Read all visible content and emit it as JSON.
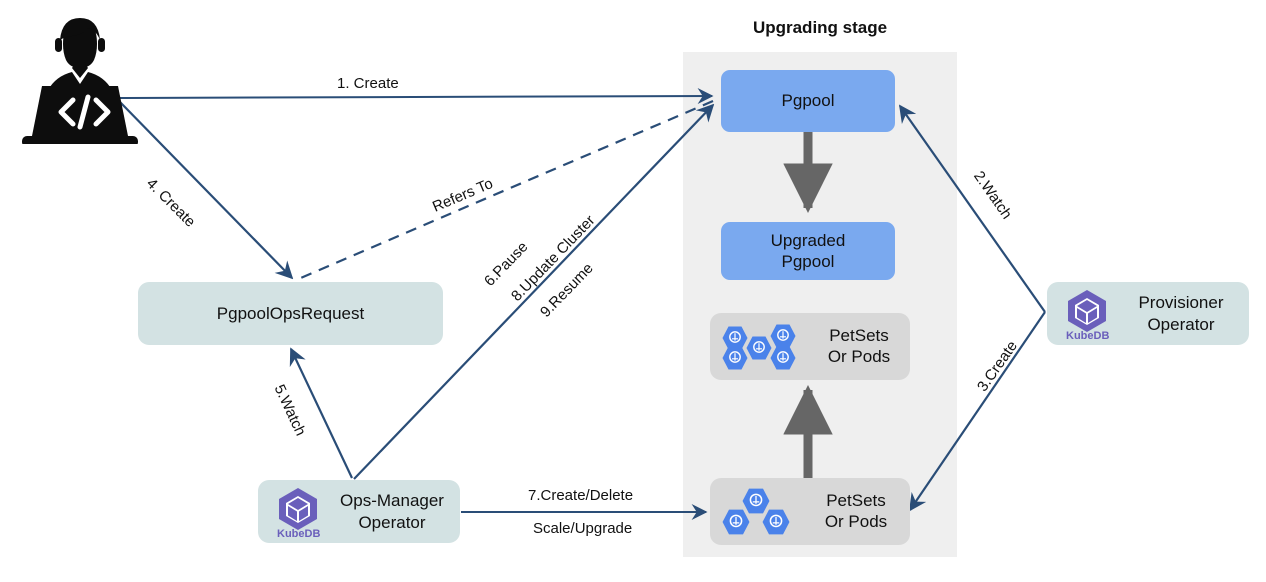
{
  "diagram": {
    "title_visible": false,
    "stage": {
      "label": "Upgrading stage",
      "bg": "#efefef"
    },
    "actors": {
      "developer_icon": "developer-laptop-icon"
    },
    "nodes": [
      {
        "id": "pgpool",
        "label": "Pgpool",
        "style": "blue"
      },
      {
        "id": "upgraded_pgpool",
        "label": "Upgraded\nPgpool",
        "style": "blue",
        "line1": "Upgraded",
        "line2": "Pgpool"
      },
      {
        "id": "petsets_top",
        "line1": "PetSets",
        "line2": "Or Pods",
        "style": "gray",
        "hex_count": 5
      },
      {
        "id": "petsets_bottom",
        "line1": "PetSets",
        "line2": "Or Pods",
        "style": "gray",
        "hex_count": 3
      },
      {
        "id": "pgpool_ops_request",
        "label": "PgpoolOpsRequest",
        "style": "teal"
      },
      {
        "id": "provisioner_operator",
        "line1": "Provisioner",
        "line2": "Operator",
        "style": "teal",
        "logo": "kubedb-logo"
      },
      {
        "id": "ops_manager_operator",
        "line1": "Ops-Manager",
        "line2": "Operator",
        "style": "teal",
        "logo": "kubedb-logo"
      }
    ],
    "edges": [
      {
        "id": "e1",
        "label": "1. Create",
        "from": "developer",
        "to": "pgpool",
        "style": "solid"
      },
      {
        "id": "e2",
        "label": "2.Watch",
        "from": "provisioner_operator",
        "to": "pgpool",
        "style": "solid"
      },
      {
        "id": "e3",
        "label": "3.Create",
        "from": "provisioner_operator",
        "to": "petsets_bottom",
        "style": "solid"
      },
      {
        "id": "e4",
        "label": "4. Create",
        "from": "developer",
        "to": "pgpool_ops_request",
        "style": "solid"
      },
      {
        "id": "e5",
        "label": "5.Watch",
        "from": "ops_manager_operator",
        "to": "pgpool_ops_request",
        "style": "solid"
      },
      {
        "id": "e6",
        "label": "6.Pause",
        "from": "ops_manager_operator",
        "to": "pgpool",
        "style": "solid"
      },
      {
        "id": "e7",
        "label": "8.Update Cluster",
        "from": "ops_manager_operator",
        "to": "pgpool",
        "style": "solid"
      },
      {
        "id": "e8",
        "label": "9.Resume",
        "from": "ops_manager_operator",
        "to": "pgpool",
        "style": "solid"
      },
      {
        "id": "e9",
        "label_line1": "7.Create/Delete",
        "label_line2": "Scale/Upgrade",
        "from": "ops_manager_operator",
        "to": "petsets_bottom",
        "style": "solid"
      },
      {
        "id": "e10",
        "label": "Refers To",
        "from": "pgpool_ops_request",
        "to": "pgpool",
        "style": "dashed"
      }
    ],
    "colors": {
      "arrow_blue": "#2a4d77",
      "arrow_gray": "#666666",
      "blue_box": "#7aa9ef",
      "teal_box": "#d3e2e3",
      "gray_box": "#d8d8d8",
      "stage_bg": "#efefef",
      "kubedb_purple": "#6a5fbb",
      "pod_blue": "#4a82ea",
      "text": "#111111"
    },
    "kubedb_wordmark": "KubeDB"
  }
}
